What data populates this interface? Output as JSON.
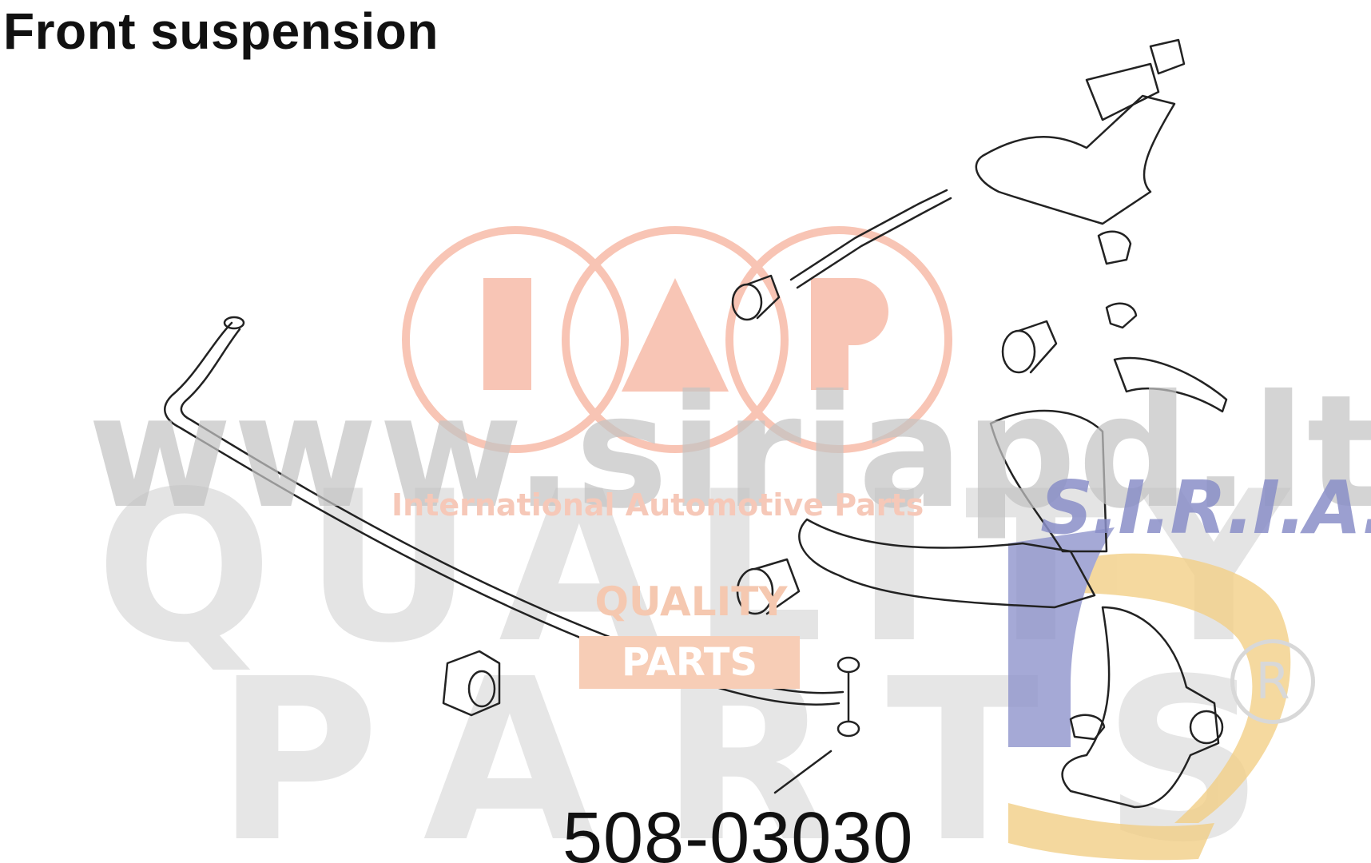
{
  "title": "Front suspension",
  "part_number": "508-03030",
  "watermark": {
    "url": "www.siriapd.lt",
    "tagline": "International Automotive Parts",
    "background_word_1": "QUALITY",
    "background_word_2": "PARTS",
    "logo_letters": [
      "I",
      "A",
      "P"
    ],
    "badge_line_1": "QUALITY",
    "badge_line_2": "PARTS",
    "brand": "S.I.R.I.A.",
    "registered_mark": "R",
    "colors": {
      "iap_red": "#f39a7c",
      "siria_blue": "#8f94cc",
      "siria_gold": "#f2cf87",
      "watermark_gray": "#c4c4c4"
    }
  },
  "icons": [
    "registered-icon"
  ]
}
